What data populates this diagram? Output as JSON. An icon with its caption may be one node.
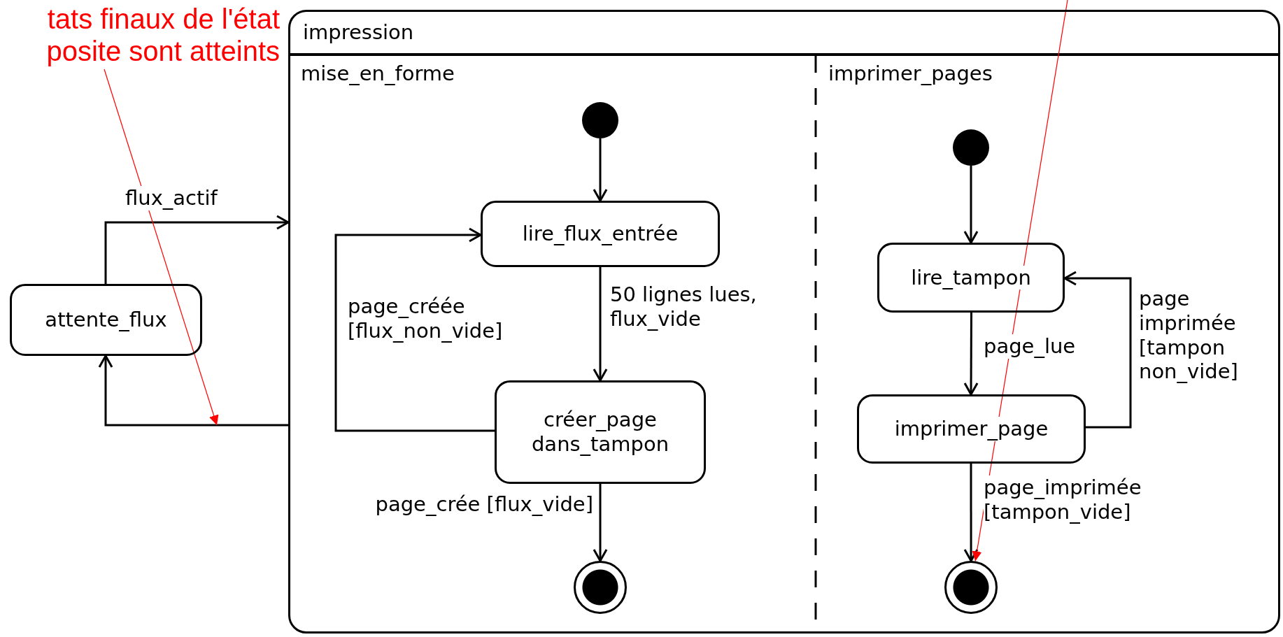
{
  "diagram": {
    "nodes": [
      {
        "text": [
          "tats finaux de l'état posite sont atteints"
        ]
      },
      {
        "text": [
          "impression"
        ]
      },
      {
        "text": [
          "mise_en_forme"
        ],
        "in": 1
      },
      {
        "text": [
          "imprimer_pages"
        ],
        "in": 1
      },
      {
        "text": [],
        "shape": "circle",
        "in": 2
      },
      {
        "text": [
          "lire_flux_entrée"
        ],
        "in": 2
      },
      {
        "text": [
          "créer_page dans_tampon"
        ],
        "in": 2
      },
      {
        "text": [],
        "shape": "circle",
        "in": 2
      },
      {
        "text": [
          "attente_flux"
        ]
      },
      {
        "text": [],
        "shape": "circle",
        "in": 3
      },
      {
        "text": [
          "lire_tampon"
        ],
        "in": 3
      },
      {
        "text": [
          "imprimer_page"
        ],
        "in": 3
      },
      {
        "text": [],
        "shape": "circle",
        "in": 3
      }
    ],
    "edges": [
      {
        "from": 8,
        "to": 1,
        "label": "flux_actif",
        "arrow": "to"
      },
      {
        "from": 1,
        "to": 8,
        "arrow": "to"
      },
      {
        "from": 4,
        "to": 5,
        "arrow": "to"
      },
      {
        "from": 5,
        "to": 6,
        "label": "50 lignes lues, flux_vide",
        "arrow": "to"
      },
      {
        "from": 6,
        "to": 5,
        "label": "page_créée [flux_non_vide]",
        "arrow": "to"
      },
      {
        "from": 6,
        "to": 7,
        "label": "page_crée [flux_vide]",
        "arrow": "to"
      },
      {
        "from": 9,
        "to": 10,
        "arrow": "to"
      },
      {
        "from": 10,
        "to": 11,
        "label": "page_lue",
        "arrow": "to"
      },
      {
        "from": 11,
        "to": 10,
        "label": "page imprimée [tampon non_vide]",
        "arrow": "to"
      },
      {
        "from": 11,
        "to": 12,
        "label": "page_imprimée [tampon_vide]",
        "arrow": "to"
      },
      {
        "from": 0,
        "to": null,
        "arrow": "to",
        "color": "#ff0000"
      },
      {
        "from": null,
        "to": 12,
        "arrow": "to",
        "color": "#ff0000"
      }
    ]
  }
}
